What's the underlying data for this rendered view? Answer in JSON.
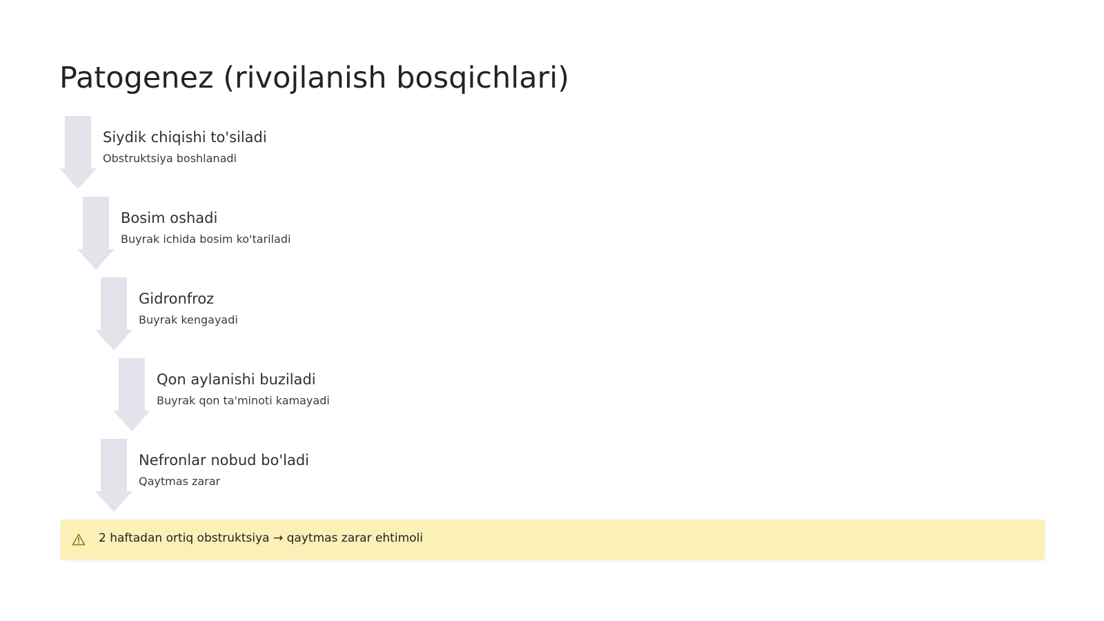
{
  "title": "Patogenez (rivojlanish bosqichlari)",
  "steps": [
    {
      "title": "Siydik chiqishi to'siladi",
      "desc": "Obstruktsiya boshlanadi"
    },
    {
      "title": "Bosim oshadi",
      "desc": "Buyrak ichida bosim ko'tariladi"
    },
    {
      "title": "Gidronfroz",
      "desc": "Buyrak kengayadi"
    },
    {
      "title": "Qon aylanishi buziladi",
      "desc": "Buyrak qon ta'minoti kamayadi"
    },
    {
      "title": "Nefronlar nobud bo'ladi",
      "desc": "Qaytmas zarar"
    }
  ],
  "alert": {
    "icon": "warning-icon",
    "text": "2 haftadan ortiq obstruktsiya → qaytmas zarar ehtimoli"
  },
  "colors": {
    "arrow": "#e3e3ec",
    "alert_bg": "#fbf0b6",
    "alert_icon": "#8a7a1a"
  }
}
